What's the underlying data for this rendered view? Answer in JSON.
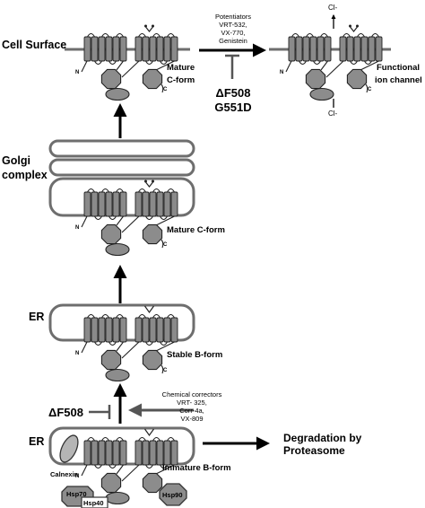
{
  "labels": {
    "cell_surface": "Cell Surface",
    "golgi_line1": "Golgi",
    "golgi_line2": "complex",
    "er_top": "ER",
    "er_bottom": "ER",
    "mature_line1": "Mature",
    "mature_line2": "C-form",
    "mature_golgi": "Mature C-form",
    "stable": "Stable B-form",
    "immature": "Immature B-form",
    "functional_line1": "Functional",
    "functional_line2": "ion channel",
    "cl_top": "Cl-",
    "cl_bottom": "Cl-",
    "degradation_line1": "Degradation by",
    "degradation_line2": "Proteasome",
    "calnexin": "Calnexin",
    "hsp70": "Hsp70",
    "hsp40": "Hsp40",
    "hsp90": "Hsp90"
  },
  "potentiators": {
    "title": "Potentiators",
    "items": [
      "VRT-532,",
      "VX-770,",
      "Genistein"
    ],
    "inhibitors": [
      "ΔF508",
      "G551D"
    ]
  },
  "correctors": {
    "title": "Chemical correctors",
    "items": [
      "VRT- 325,",
      "Corr-4a,",
      "VX-809"
    ],
    "inhibitor": "ΔF508"
  },
  "colors": {
    "helix_fill": "#8a8a8a",
    "domain_fill": "#8c8c8c",
    "membrane_stroke": "#6e6e6e",
    "arrow": "#000000",
    "corrector_arrow": "#555555"
  }
}
